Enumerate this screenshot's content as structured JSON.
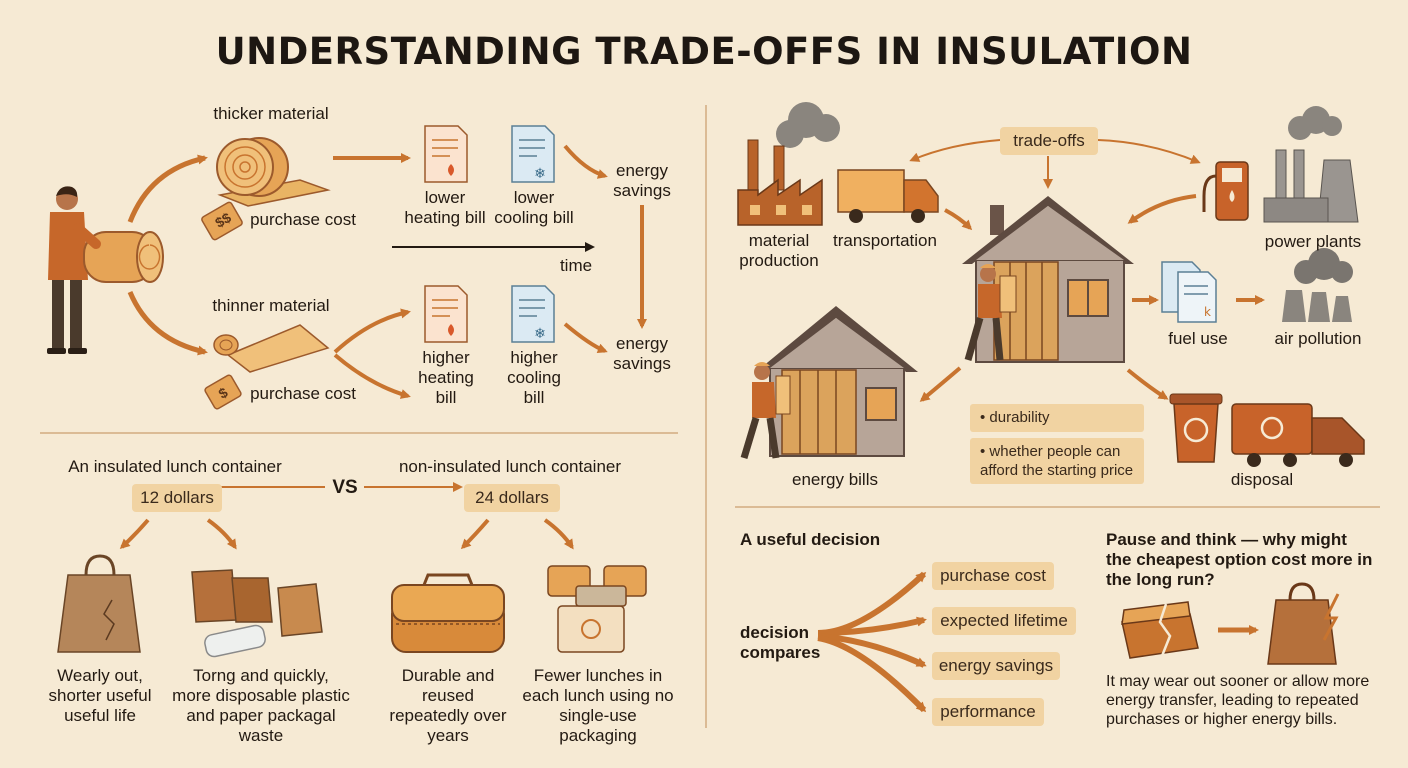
{
  "title": "UNDERSTANDING TRADE-OFFS IN INSULATION",
  "left_top": {
    "thicker": "thicker material",
    "thinner": "thinner material",
    "purchase_cost_1": "purchase cost",
    "purchase_cost_2": "purchase cost",
    "lower_heating_bill": "lower heating bill",
    "lower_cooling_bill": "lower cooling bill",
    "higher_heating_bill": "higher heating bill",
    "higher_cooling_bill": "higher cooling bill",
    "energy_savings_1": "energy savings",
    "energy_savings_2": "energy savings",
    "time": "time",
    "price_tag_1": "$$",
    "price_tag_2": "$"
  },
  "left_bottom": {
    "insulated_heading": "An insulated lunch container",
    "non_insulated_heading": "non-insulated lunch container",
    "vs": "VS",
    "price_insulated": "12 dollars",
    "price_non_insulated": "24 dollars",
    "caption_1": "Wearly out, shorter useful useful life",
    "caption_2": "Torng and quickly, more disposable plastic and paper packagal waste",
    "caption_3": "Durable and reused repeatedly over years",
    "caption_4": "Fewer lunches in each lunch using no single-use packaging"
  },
  "right_top": {
    "trade_offs": "trade-offs",
    "material_production": "material production",
    "transportation": "transportation",
    "power_plants": "power plants",
    "fuel_use": "fuel use",
    "air_pollution": "air pollution",
    "energy_bills": "energy bills",
    "disposal": "disposal",
    "bullet_1": "• durability",
    "bullet_2": "• whether people can afford the starting price"
  },
  "right_bottom": {
    "useful_decision": "A useful decision",
    "decision_compares": "decision compares",
    "options": [
      "purchase cost",
      "expected lifetime",
      "energy savings",
      "performance"
    ],
    "question": "Pause and think — why might the cheapest option cost more in the long run?",
    "answer": "It may wear out sooner or allow more energy transfer, leading to repeated purchases or higher energy bills."
  },
  "colors": {
    "background": "#f6ead4",
    "accent_orange": "#c8742f",
    "tag_fill": "#f1d3a2",
    "brown": "#9c5a2c"
  }
}
